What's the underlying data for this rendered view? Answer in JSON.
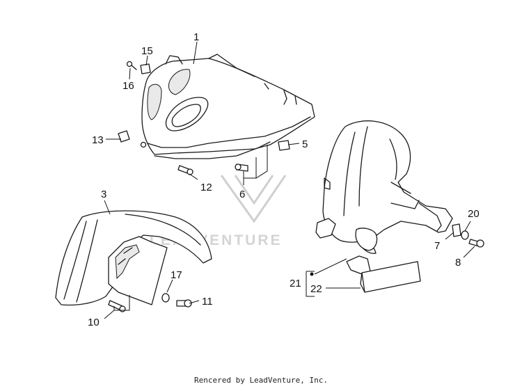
{
  "diagram": {
    "watermark_text": "LEADVENTURE",
    "callouts": {
      "c1": "1",
      "c3": "3",
      "c5": "5",
      "c6": "6",
      "c7": "7",
      "c8": "8",
      "c10": "10",
      "c11": "11",
      "c12": "12",
      "c13": "13",
      "c15": "15",
      "c16": "16",
      "c17": "17",
      "c20": "20",
      "c21": "21",
      "c22": "22"
    }
  },
  "footer": {
    "credit": "Rencered by LeadVenture, Inc."
  }
}
